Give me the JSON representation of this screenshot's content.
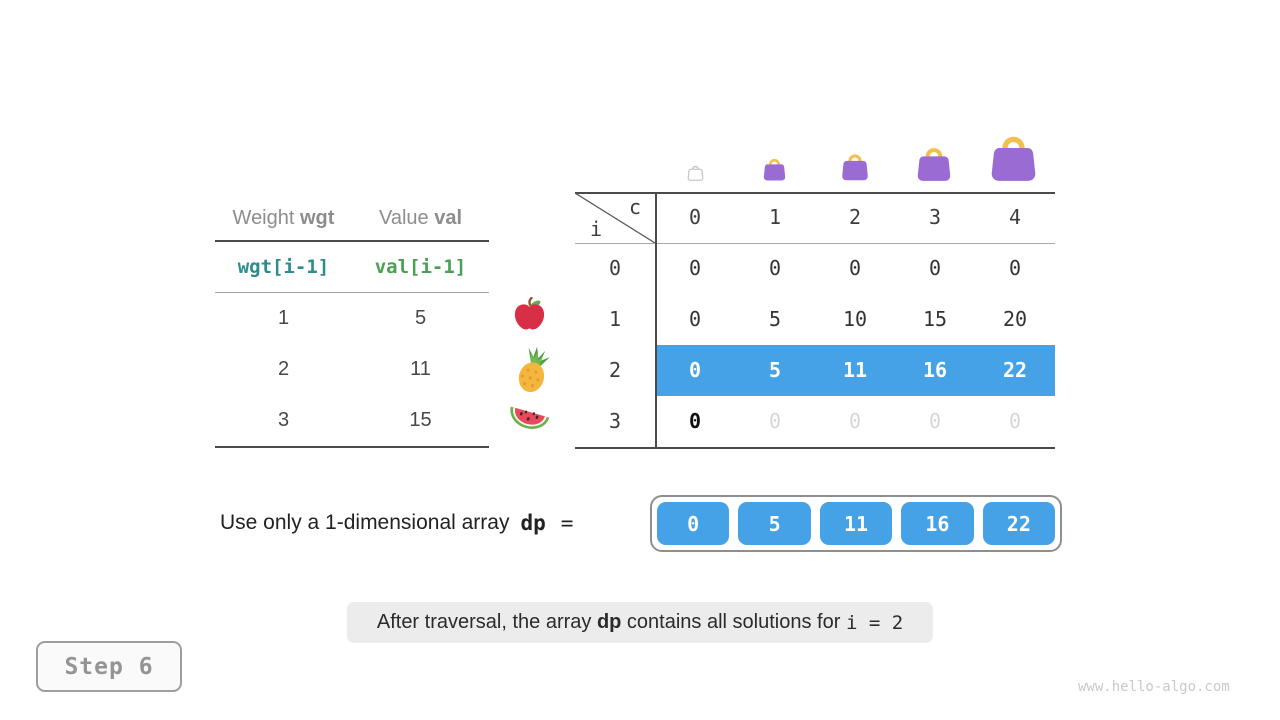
{
  "items_table": {
    "headers": [
      {
        "prefix": "Weight ",
        "code": "wgt"
      },
      {
        "prefix": "Value ",
        "code": "val"
      }
    ],
    "formula_row": {
      "weight": "wgt[i-1]",
      "value": "val[i-1]"
    },
    "rows": [
      {
        "weight": "1",
        "value": "5"
      },
      {
        "weight": "2",
        "value": "11"
      },
      {
        "weight": "3",
        "value": "15"
      }
    ],
    "fruit_icons": [
      "apple",
      "pineapple",
      "watermelon"
    ]
  },
  "dp_table": {
    "corner": {
      "col_label": "c",
      "row_label": "i"
    },
    "col_headers": [
      "0",
      "1",
      "2",
      "3",
      "4"
    ],
    "row_headers": [
      "0",
      "1",
      "2",
      "3"
    ],
    "rows": [
      {
        "values": [
          "0",
          "0",
          "0",
          "0",
          "0"
        ],
        "style": "normal"
      },
      {
        "values": [
          "0",
          "5",
          "10",
          "15",
          "20"
        ],
        "style": "normal"
      },
      {
        "values": [
          "0",
          "5",
          "11",
          "16",
          "22"
        ],
        "style": "highlight"
      },
      {
        "values": [
          "0",
          "0",
          "0",
          "0",
          "0"
        ],
        "style": "first-bold-rest-faded"
      }
    ],
    "bag_icons": [
      "tiny-empty-bag",
      "small-bag",
      "medium-bag",
      "large-bag",
      "xlarge-bag"
    ]
  },
  "array_section": {
    "label_prefix": "Use only a 1-dimensional array",
    "label_code": "dp",
    "equals": "=",
    "values": [
      "0",
      "5",
      "11",
      "16",
      "22"
    ]
  },
  "caption": {
    "part1": "After traversal, the array ",
    "bold_code": "dp",
    "part2": " contains all solutions for ",
    "code": "i = 2"
  },
  "step_badge": {
    "label": "Step 6"
  },
  "watermark": "www.hello-algo.com",
  "colors": {
    "highlight_blue": "#45a2e6",
    "wgt_teal": "#2d8c8c",
    "val_green": "#4aa054",
    "bag_purple": "#9b6bd4",
    "bag_handle": "#f3bf4f",
    "faded_gray": "#d6d6d6",
    "caption_bg": "#ececec"
  }
}
